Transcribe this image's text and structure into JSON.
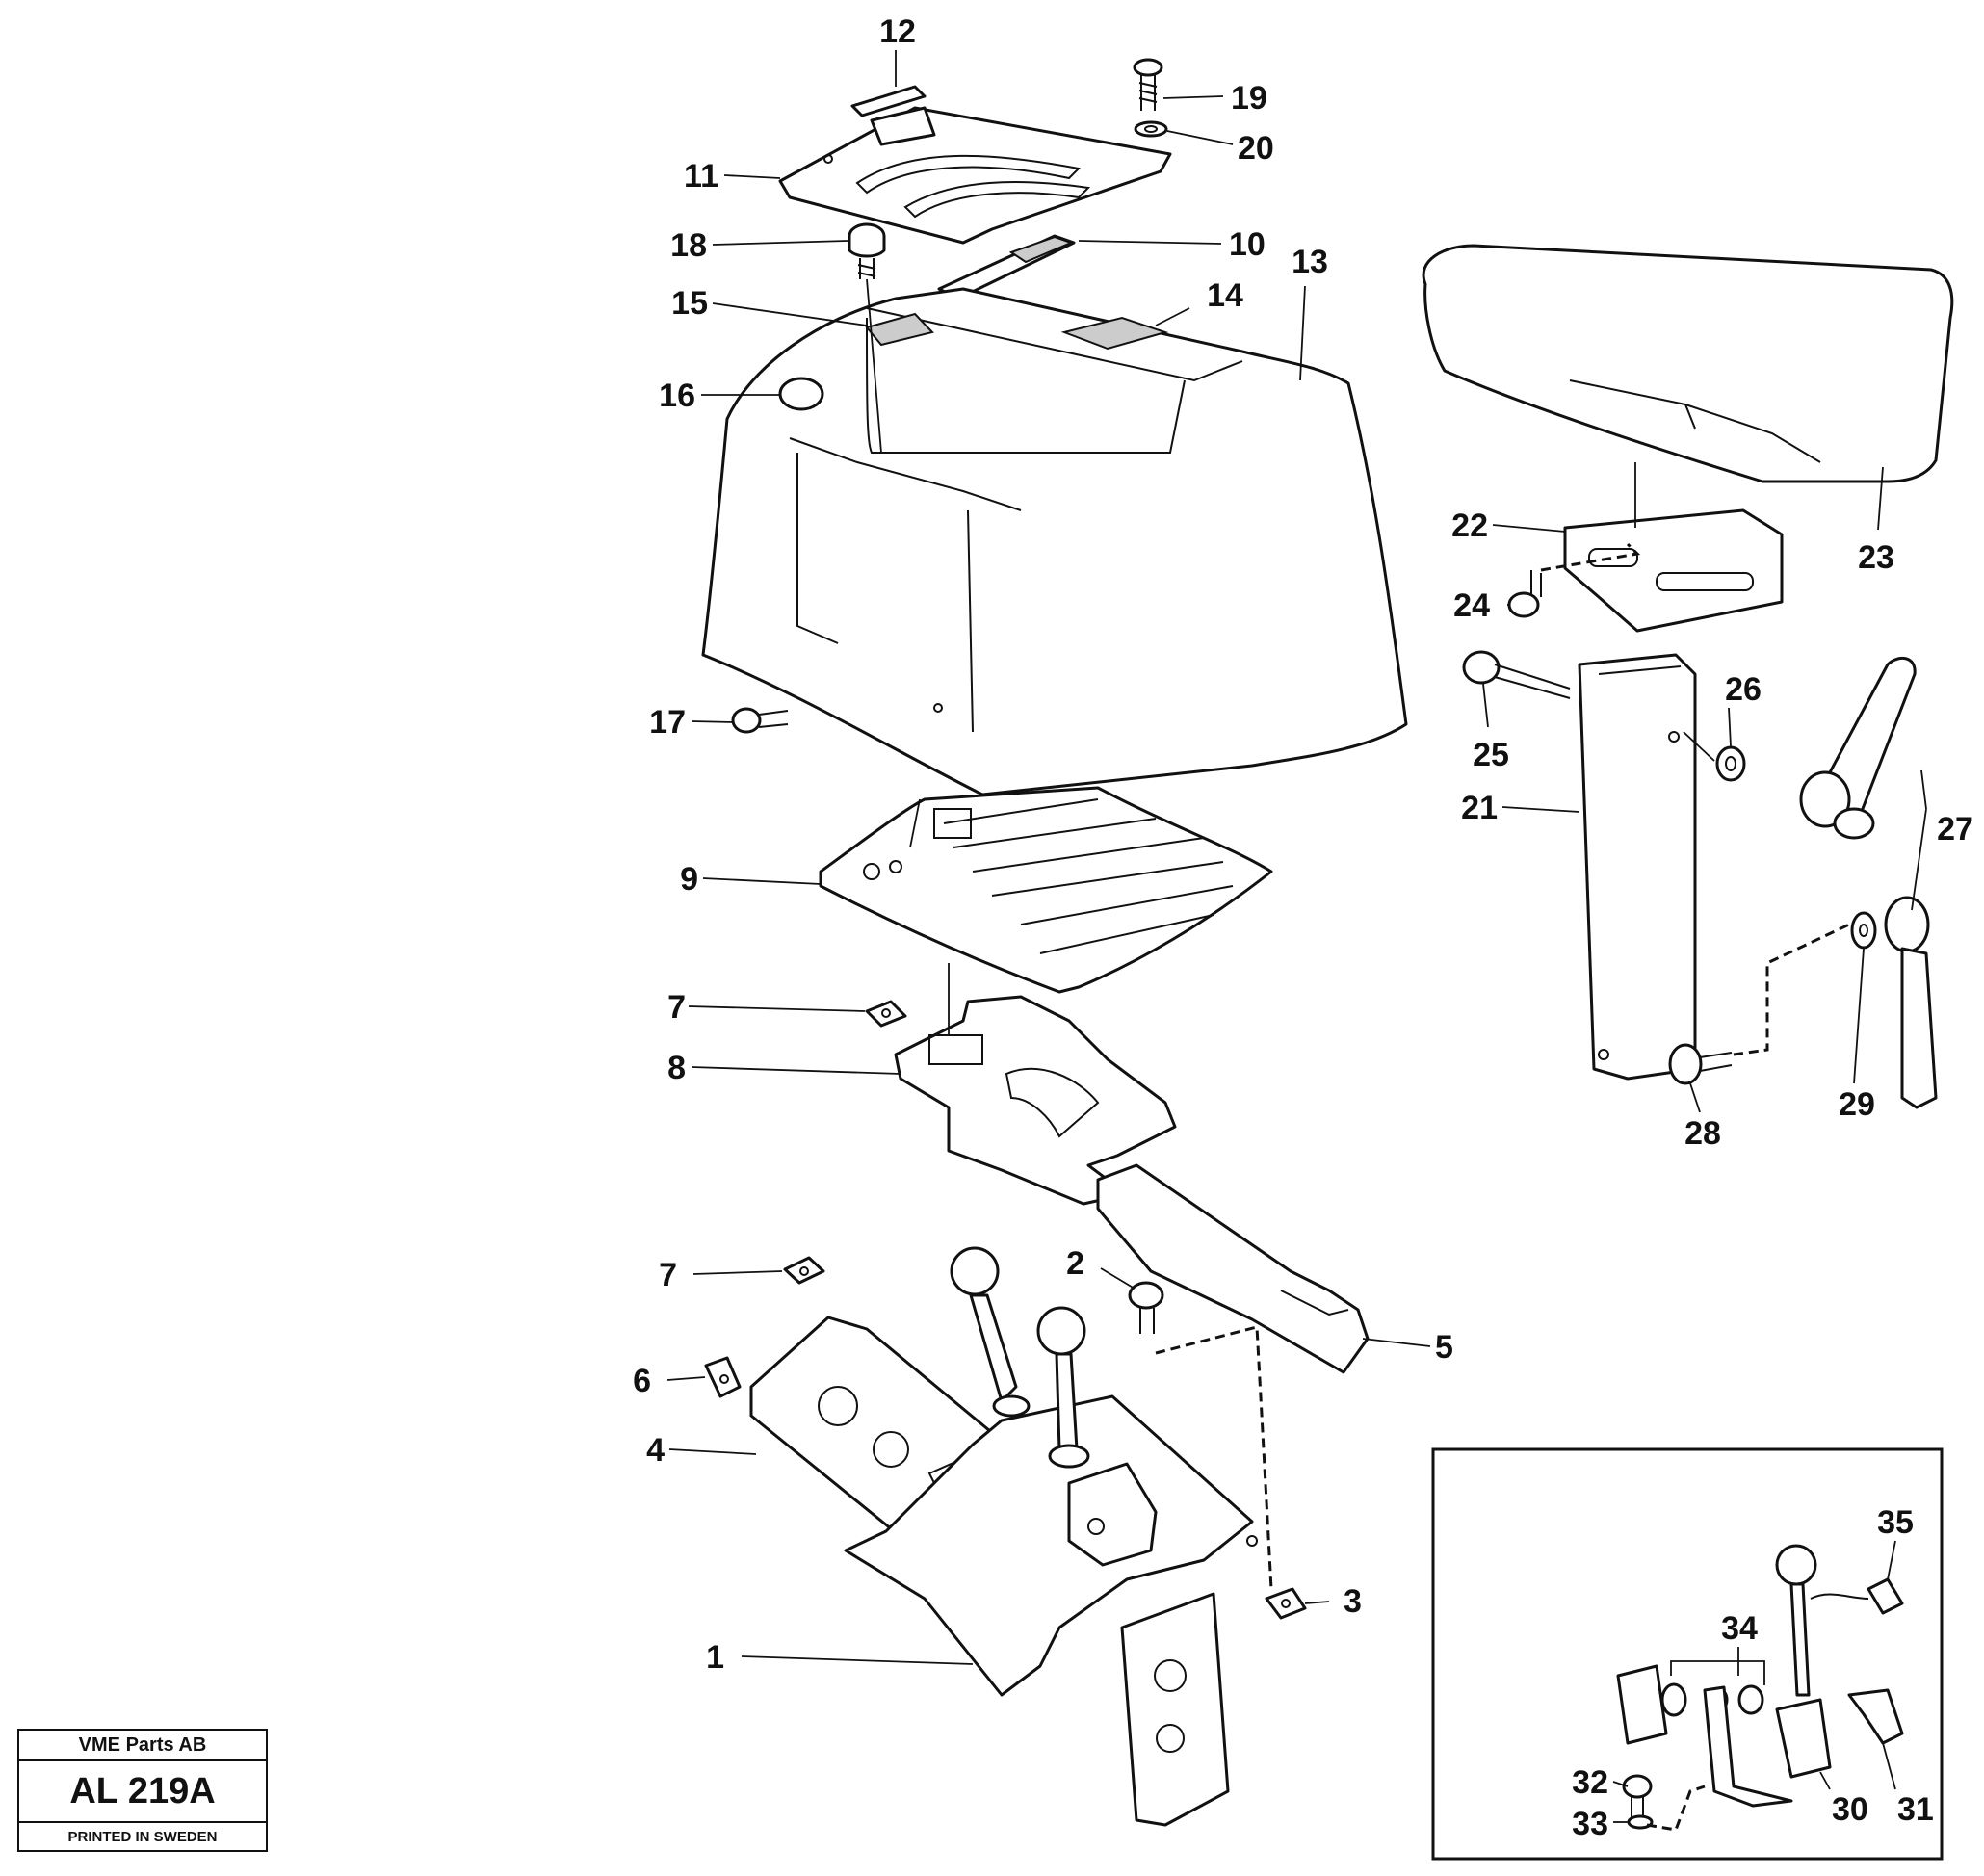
{
  "callouts": [
    {
      "id": "1",
      "label": "1"
    },
    {
      "id": "2",
      "label": "2"
    },
    {
      "id": "3",
      "label": "3"
    },
    {
      "id": "4",
      "label": "4"
    },
    {
      "id": "5",
      "label": "5"
    },
    {
      "id": "6",
      "label": "6"
    },
    {
      "id": "7a",
      "label": "7"
    },
    {
      "id": "7b",
      "label": "7"
    },
    {
      "id": "8",
      "label": "8"
    },
    {
      "id": "9",
      "label": "9"
    },
    {
      "id": "10",
      "label": "10"
    },
    {
      "id": "11",
      "label": "11"
    },
    {
      "id": "12",
      "label": "12"
    },
    {
      "id": "13",
      "label": "13"
    },
    {
      "id": "14",
      "label": "14"
    },
    {
      "id": "15",
      "label": "15"
    },
    {
      "id": "16",
      "label": "16"
    },
    {
      "id": "17",
      "label": "17"
    },
    {
      "id": "18",
      "label": "18"
    },
    {
      "id": "19",
      "label": "19"
    },
    {
      "id": "20",
      "label": "20"
    },
    {
      "id": "21",
      "label": "21"
    },
    {
      "id": "22",
      "label": "22"
    },
    {
      "id": "23",
      "label": "23"
    },
    {
      "id": "24",
      "label": "24"
    },
    {
      "id": "25",
      "label": "25"
    },
    {
      "id": "26",
      "label": "26"
    },
    {
      "id": "27",
      "label": "27"
    },
    {
      "id": "28",
      "label": "28"
    },
    {
      "id": "29",
      "label": "29"
    },
    {
      "id": "30",
      "label": "30"
    },
    {
      "id": "31",
      "label": "31"
    },
    {
      "id": "32",
      "label": "32"
    },
    {
      "id": "33",
      "label": "33"
    },
    {
      "id": "34",
      "label": "34"
    },
    {
      "id": "35",
      "label": "35"
    }
  ],
  "title_block": {
    "company": "VME Parts AB",
    "drawing_number": "AL 219A",
    "footer": "PRINTED IN SWEDEN"
  }
}
